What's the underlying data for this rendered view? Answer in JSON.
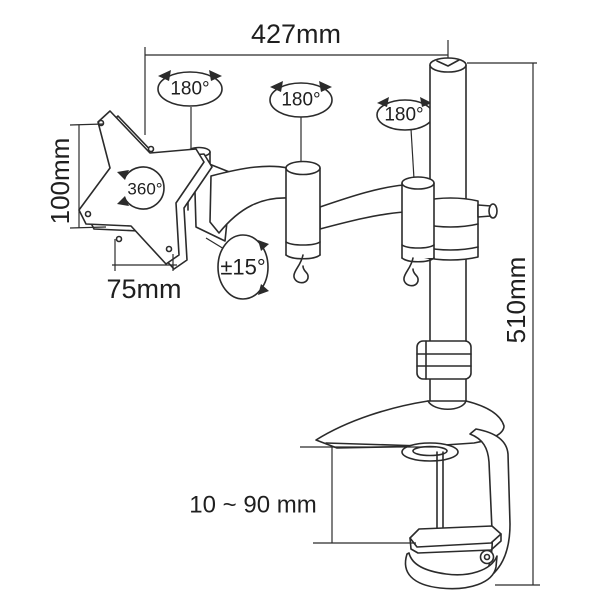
{
  "diagram": {
    "type": "technical-line-drawing",
    "subject": "single monitor desk mount arm with clamp base",
    "colors": {
      "line": "#2b2b2b",
      "text": "#1f1f1f",
      "background": "#ffffff"
    },
    "labels": {
      "arm_span": "427mm",
      "swivel_joint_1": "180°",
      "swivel_joint_2": "180°",
      "swivel_joint_3": "180°",
      "vesa_rotation": "360°",
      "vesa_height": "100mm",
      "vesa_width": "75mm",
      "tilt_range": "±15°",
      "pole_height": "510mm",
      "clamp_thickness_range": "10 ~ 90 mm"
    }
  }
}
